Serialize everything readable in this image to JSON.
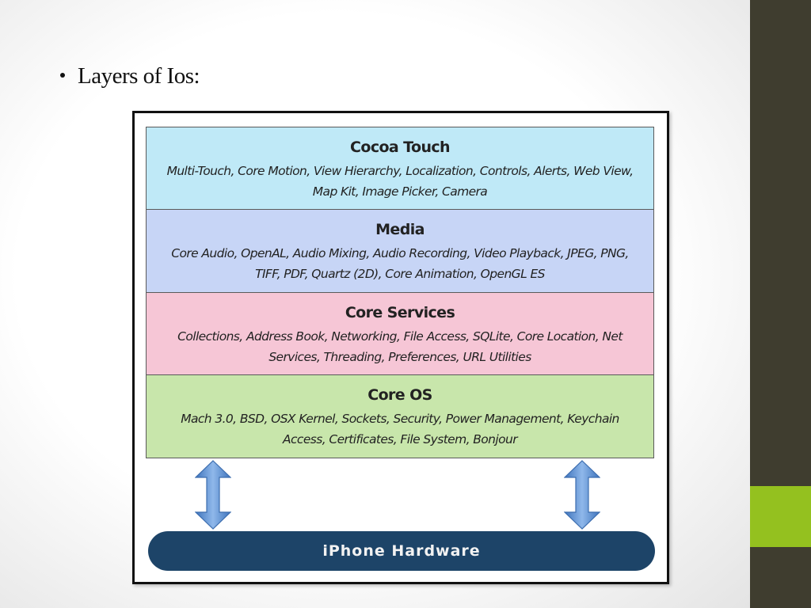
{
  "slide": {
    "bullet": "Layers of Ios:"
  },
  "diagram": {
    "layers": [
      {
        "title": "Cocoa Touch",
        "description": "Multi-Touch, Core Motion, View Hierarchy, Localization, Controls, Alerts, Web View, Map Kit, Image Picker, Camera",
        "color": "#bfe9f7"
      },
      {
        "title": "Media",
        "description": "Core Audio, OpenAL, Audio Mixing, Audio Recording, Video Playback, JPEG, PNG, TIFF, PDF, Quartz (2D), Core Animation, OpenGL ES",
        "color": "#c7d5f6"
      },
      {
        "title": "Core Services",
        "description": "Collections, Address Book, Networking, File Access, SQLite, Core Location, Net Services, Threading, Preferences, URL Utilities",
        "color": "#f6c6d6"
      },
      {
        "title": "Core OS",
        "description": "Mach 3.0, BSD, OSX Kernel, Sockets, Security, Power Management, Keychain Access, Certificates, File System, Bonjour",
        "color": "#c8e6ab"
      }
    ],
    "hardware_label": "iPhone Hardware",
    "hardware_color": "#1d4468",
    "arrow_color": "#5b8fd0"
  },
  "theme": {
    "sidebar_color": "#3f3d2f",
    "accent_color": "#94c11f"
  }
}
